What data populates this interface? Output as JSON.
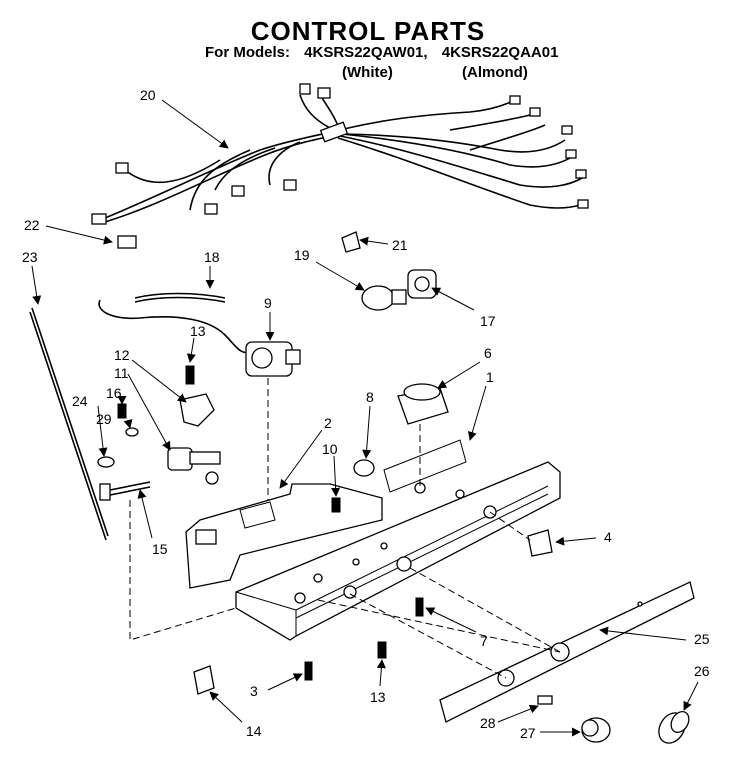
{
  "header": {
    "title": "CONTROL PARTS",
    "for_models": "For Models:",
    "model_white": "4KSRS22QAW01,",
    "model_almond": "4KSRS22QAA01",
    "white": "(White)",
    "almond": "(Almond)"
  },
  "callouts": {
    "c1": "1",
    "c2": "2",
    "c3": "3",
    "c4": "4",
    "c6": "6",
    "c7": "7",
    "c8": "8",
    "c9": "9",
    "c10": "10",
    "c11": "11",
    "c12": "12",
    "c13a": "13",
    "c13b": "13",
    "c14": "14",
    "c15": "15",
    "c16": "16",
    "c17": "17",
    "c18": "18",
    "c19": "19",
    "c20": "20",
    "c21": "21",
    "c22": "22",
    "c23": "23",
    "c24": "24",
    "c25": "25",
    "c26": "26",
    "c27": "27",
    "c28": "28",
    "c29": "29"
  }
}
